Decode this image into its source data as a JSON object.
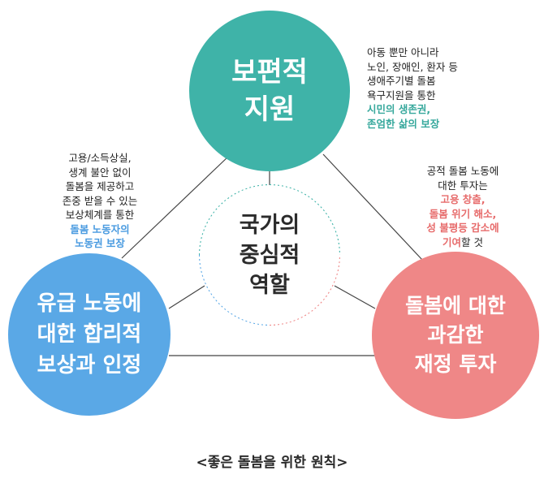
{
  "colors": {
    "teal": "#3fb3a8",
    "blue": "#5aa8e6",
    "red": "#ef8787",
    "text": "#222222"
  },
  "circles": {
    "top": {
      "line1": "보편적",
      "line2": "지원"
    },
    "left": {
      "line1": "유급 노동에",
      "line2": "대한 합리적",
      "line3": "보상과 인정"
    },
    "right": {
      "line1": "돌봄에 대한",
      "line2": "과감한",
      "line3": "재정 투자"
    },
    "center": {
      "line1": "국가의",
      "line2": "중심적",
      "line3": "역할"
    }
  },
  "notes": {
    "top": {
      "line1": "아동 뿐만 아니라",
      "line2": "노인, 장애인, 환자 등",
      "line3": "생애주기별 돌봄",
      "line4": "욕구지원을 통한",
      "hl1": "시민의 생존권,",
      "hl2": "존엄한 삶의 보장"
    },
    "left": {
      "line1": "고용/소득상실,",
      "line2": "생계 불안 없이",
      "line3": "돌봄을 제공하고",
      "line4": "존중 받을 수 있는",
      "line5": "보상체계를 통한",
      "hl1": "돌봄 노동자의",
      "hl2": "노동권 보장"
    },
    "right": {
      "line1": "공적 돌봄 노동에",
      "line2": "대한 투자는",
      "hl1": "고용 창출,",
      "hl2": "돌봄 위기 해소,",
      "hl3": "성 불평등 감소에",
      "hl4": "기여",
      "tail": "할 것"
    }
  },
  "caption": "<좋은 돌봄을 위한 원칙>"
}
